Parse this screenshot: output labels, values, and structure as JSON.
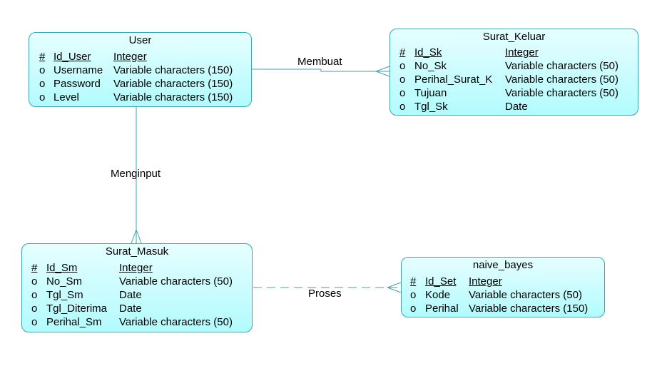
{
  "entities": {
    "user": {
      "title": "User",
      "attributes": [
        {
          "marker": "#",
          "name": "Id_User",
          "type": "Integer"
        },
        {
          "marker": "o",
          "name": "Username",
          "type": "Variable characters (150)"
        },
        {
          "marker": "o",
          "name": "Password",
          "type": "Variable characters (150)"
        },
        {
          "marker": "o",
          "name": "Level",
          "type": "Variable characters (150)"
        }
      ]
    },
    "surat_keluar": {
      "title": "Surat_Keluar",
      "attributes": [
        {
          "marker": "#",
          "name": "Id_Sk",
          "type": "Integer"
        },
        {
          "marker": "o",
          "name": "No_Sk",
          "type": "Variable characters (50)"
        },
        {
          "marker": "o",
          "name": "Perihal_Surat_K",
          "type": "Variable characters (50)"
        },
        {
          "marker": "o",
          "name": "Tujuan",
          "type": "Variable characters (50)"
        },
        {
          "marker": "o",
          "name": "Tgl_Sk",
          "type": "Date"
        }
      ]
    },
    "surat_masuk": {
      "title": "Surat_Masuk",
      "attributes": [
        {
          "marker": "#",
          "name": "Id_Sm",
          "type": "Integer"
        },
        {
          "marker": "o",
          "name": "No_Sm",
          "type": "Variable characters (50)"
        },
        {
          "marker": "o",
          "name": "Tgl_Sm",
          "type": "Date"
        },
        {
          "marker": "o",
          "name": "Tgl_Diterima",
          "type": "Date"
        },
        {
          "marker": "o",
          "name": "Perihal_Sm",
          "type": "Variable characters (50)"
        }
      ]
    },
    "naive_bayes": {
      "title": "naive_bayes",
      "attributes": [
        {
          "marker": "#",
          "name": "Id_Set",
          "type": "Integer"
        },
        {
          "marker": "o",
          "name": "Kode",
          "type": "Variable characters (50)"
        },
        {
          "marker": "o",
          "name": "Perihal",
          "type": "Variable characters (150)"
        }
      ]
    }
  },
  "relationships": {
    "membuat": {
      "label": "Membuat",
      "from": "User",
      "to": "Surat_Keluar",
      "line_style": "solid",
      "cardinality_to": "many"
    },
    "menginput": {
      "label": "Menginput",
      "from": "User",
      "to": "Surat_Masuk",
      "line_style": "solid",
      "cardinality_to": "many"
    },
    "proses": {
      "label": "Proses",
      "from": "Surat_Masuk",
      "to": "naive_bayes",
      "line_style": "dashed",
      "cardinality_to": "many"
    }
  },
  "colors": {
    "entity_border": "#3aa6ad",
    "entity_fill_top": "#e6feff",
    "entity_fill_bottom": "#b2fbfe",
    "line": "#3aa6ad",
    "text": "#000000"
  }
}
